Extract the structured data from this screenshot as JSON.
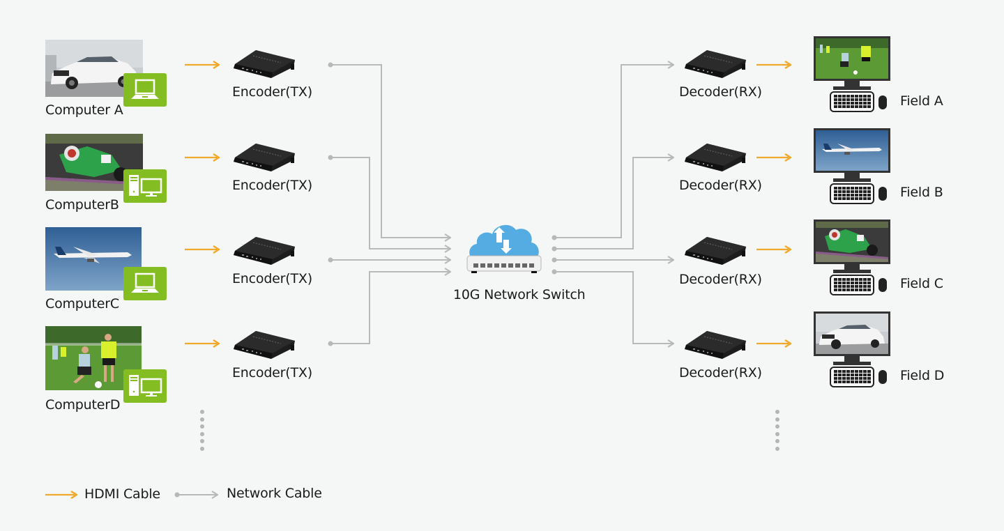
{
  "colors": {
    "background": "#f5f6f6",
    "hdmi_cable": "#f0a92b",
    "network_cable": "#b8b8b8",
    "badge_green": "#84bd22",
    "cloud_blue": "#55ace2",
    "device_black": "#1d1d1d"
  },
  "sources": [
    {
      "label": "Computer A",
      "image": "white-car-photo",
      "device_icon": "laptop-icon"
    },
    {
      "label": "ComputerB",
      "image": "motorcycle-racer-photo",
      "device_icon": "desktop-pc-icon"
    },
    {
      "label": "ComputerC",
      "image": "airplane-photo",
      "device_icon": "laptop-icon"
    },
    {
      "label": "ComputerD",
      "image": "soccer-players-photo",
      "device_icon": "desktop-pc-icon"
    }
  ],
  "encoders": [
    {
      "label": "Encoder(TX)"
    },
    {
      "label": "Encoder(TX)"
    },
    {
      "label": "Encoder(TX)"
    },
    {
      "label": "Encoder(TX)"
    }
  ],
  "switch": {
    "label": "10G Network Switch",
    "icon": "cloud-network-switch-icon"
  },
  "decoders": [
    {
      "label": "Decoder(RX)"
    },
    {
      "label": "Decoder(RX)"
    },
    {
      "label": "Decoder(RX)"
    },
    {
      "label": "Decoder(RX)"
    }
  ],
  "displays": [
    {
      "label": "Field A",
      "image": "soccer-players-photo"
    },
    {
      "label": "Field B",
      "image": "airplane-photo"
    },
    {
      "label": "Field C",
      "image": "motorcycle-racer-photo"
    },
    {
      "label": "Field D",
      "image": "white-car-photo"
    }
  ],
  "legend": {
    "hdmi": "HDMI Cable",
    "network": "Network Cable"
  }
}
